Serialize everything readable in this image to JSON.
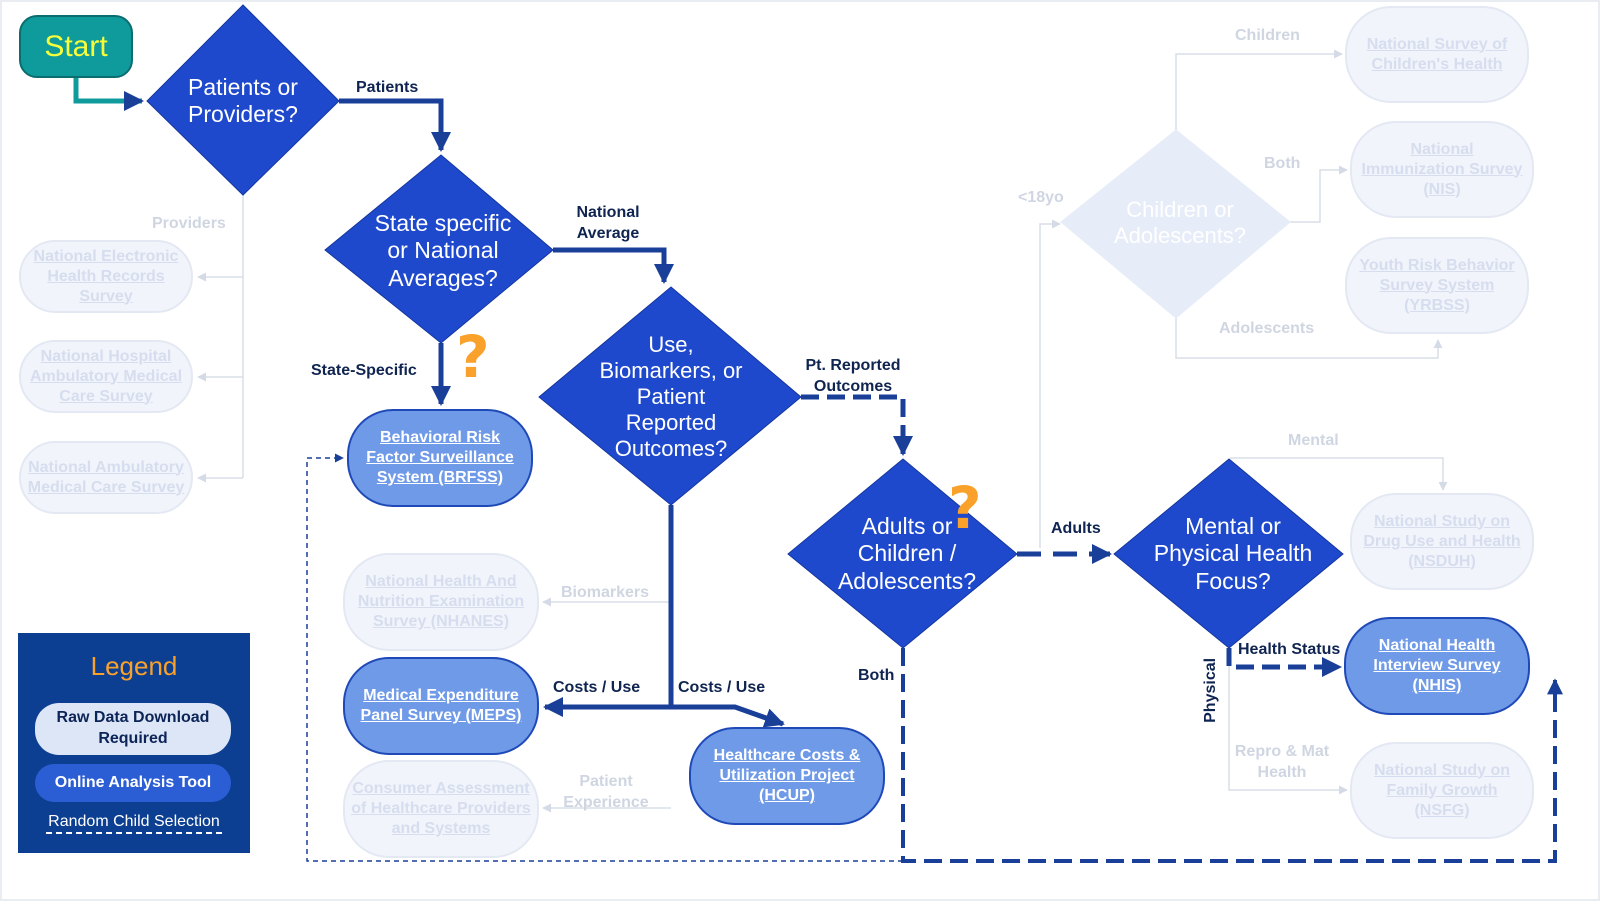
{
  "start": {
    "label": "Start"
  },
  "decisions": {
    "patients_or_providers": "Patients or Providers?",
    "state_or_national": "State specific or National Averages?",
    "use_biomarkers_pro": "Use, Biomarkers, or Patient Reported Outcomes?",
    "adults_or_children": "Adults or Children / Adolescents?",
    "mental_or_physical": "Mental or Physical Health Focus?",
    "children_or_adolescents": "Children or Adolescents?"
  },
  "edge_labels": {
    "patients": "Patients",
    "providers": "Providers",
    "national_average": "National Average",
    "state_specific": "State-Specific",
    "pt_reported_outcomes": "Pt. Reported Outcomes",
    "biomarkers": "Biomarkers",
    "costs_use_left": "Costs / Use",
    "costs_use_right": "Costs / Use",
    "patient_experience": "Patient Experience",
    "both_adults": "Both",
    "adults": "Adults",
    "under_18": "<18yo",
    "children": "Children",
    "both_children": "Both",
    "adolescents": "Adolescents",
    "mental": "Mental",
    "health_status": "Health Status",
    "physical": "Physical",
    "repro_mat_health": "Repro & Mat Health"
  },
  "nodes": {
    "nehrs": "National Electronic Health Records Survey",
    "nhamcs": "National Hospital Ambulatory Medical Care Survey",
    "namcs": "National Ambulatory Medical Care Survey",
    "brfss": "Behavioral Risk Factor Surveillance System (BRFSS)",
    "nhanes": "National Health And Nutrition Examination Survey (NHANES)",
    "meps": "Medical Expenditure Panel Survey (MEPS)",
    "cahps": "Consumer Assessment of Healthcare Providers and Systems",
    "hcup": "Healthcare Costs & Utilization Project (HCUP)",
    "nsch": "National Survey of Children's Health",
    "nis": "National Immunization Survey (NIS)",
    "yrbss": "Youth Risk Behavior Survey System (YRBSS)",
    "nsduh": "National Study on Drug Use and Health (NSDUH)",
    "nhis": "National Health Interview Survey (NHIS)",
    "nsfg": "National Study on Family Growth (NSFG)"
  },
  "question_mark": "?",
  "legend": {
    "title": "Legend",
    "raw_data": "Raw Data Download Required",
    "online_tool": "Online Analysis Tool",
    "random_child": "Random Child Selection"
  },
  "colors": {
    "decision_active": "#1f49cc",
    "decision_faded": "#e6ecf8",
    "node_active": "#6f9ae8",
    "node_faded": "#f1f4fb",
    "arrow_active": "#1a3f99",
    "arrow_faded": "#d9dee7",
    "start": "#0f9a9c",
    "start_text": "#f7ff3a",
    "accent_question": "#f9a12b",
    "legend_bg": "#0c3f91"
  }
}
